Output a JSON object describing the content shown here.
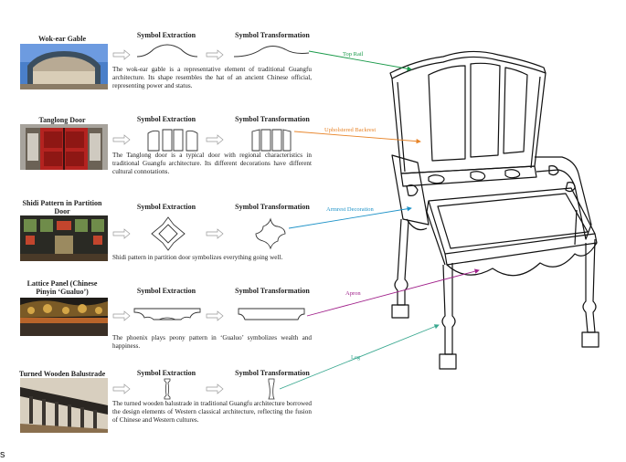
{
  "column_titles": {
    "extraction": "Symbol Extraction",
    "transformation": "Symbol Transformation"
  },
  "elements": [
    {
      "title": "Wok-ear Gable",
      "desc": "The wok-ear gable is a representative element of traditional Guangfu architecture. Its shape resembles the hat of an ancient Chinese official, representing power and status.",
      "label": "Top Rail",
      "color": "#1a9a4a"
    },
    {
      "title": "Tanglong  Door",
      "desc": "The Tanglong door is a typical door with regional characteristics in traditional Guangfu architecture. Its different decorations have different cultural connotations.",
      "label": "Upholstered Backrest",
      "color": "#e8852a"
    },
    {
      "title": "Shidi Pattern in Partition Door",
      "desc": "Shidi pattern in partition door symbolizes everything going well.",
      "label": "Armrest Decoration",
      "color": "#1f93c8"
    },
    {
      "title": "Lattice Panel (Chinese Pinyin ‘Gualuo’)",
      "desc": "The phoenix plays peony pattern in ‘Gualuo’ symbolizes wealth and happiness.",
      "label": "Apron",
      "color": "#a0208a"
    },
    {
      "title": "Turned Wooden Balustrade",
      "desc": "The turned wooden balustrade in traditional Guangfu architecture borrowed the design elements of Western classical architecture, reflecting the fusion of Chinese and Western cultures.",
      "label": "Leg",
      "color": "#3aa890"
    }
  ],
  "corner_mark": "s"
}
